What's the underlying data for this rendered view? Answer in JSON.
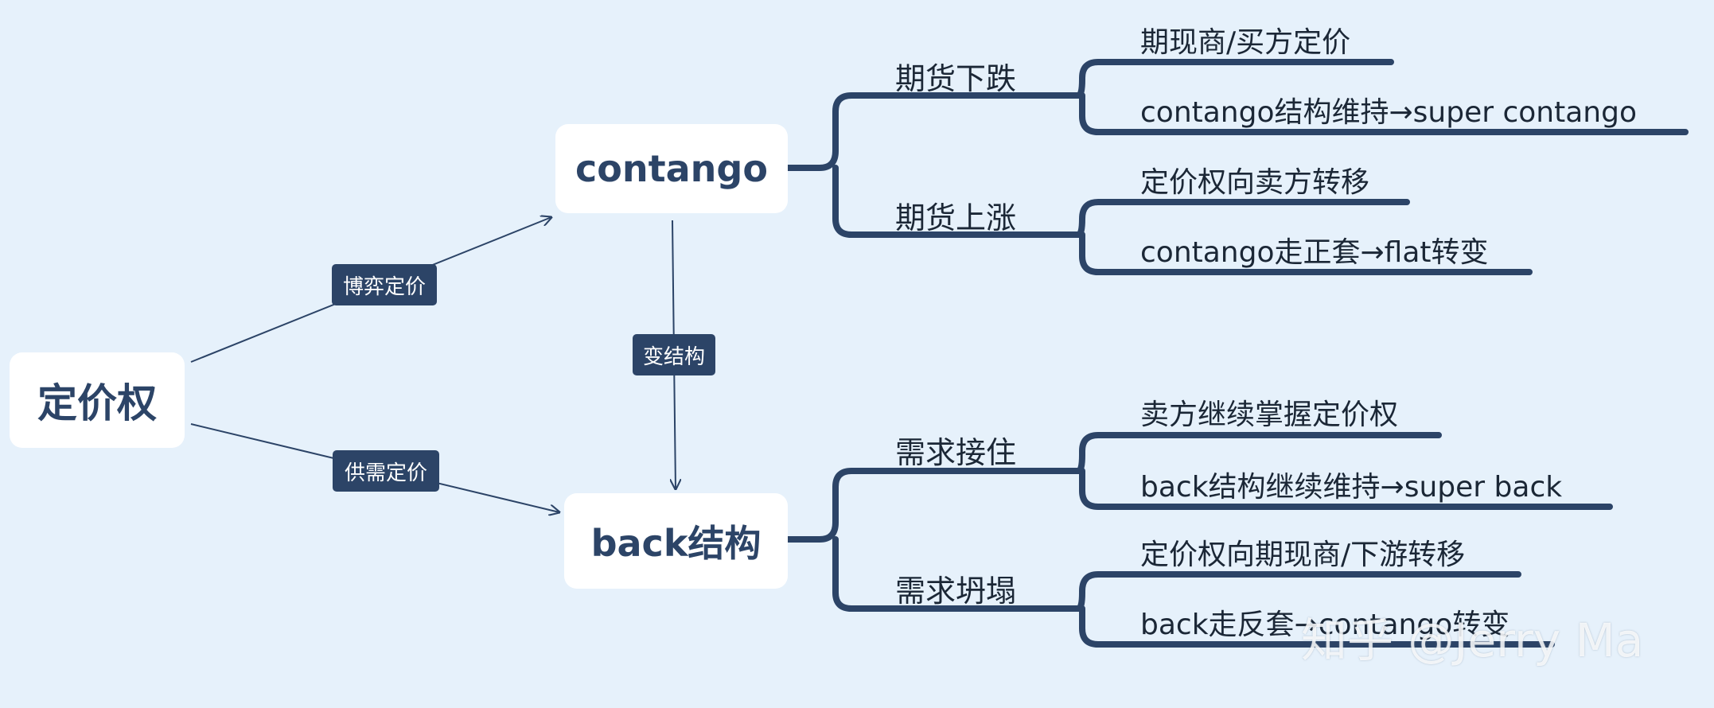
{
  "root": {
    "label": "定价权"
  },
  "edges": {
    "game_pricing": "博弈定价",
    "supply_demand_pricing": "供需定价",
    "change_structure": "变结构"
  },
  "contango": {
    "label": "contango",
    "branches": [
      {
        "label": "期货下跌",
        "leaves": [
          "期现商/买方定价",
          "contango结构维持→super contango"
        ]
      },
      {
        "label": "期货上涨",
        "leaves": [
          "定价权向卖方转移",
          "contango走正套→flat转变"
        ]
      }
    ]
  },
  "back": {
    "label": "back结构",
    "branches": [
      {
        "label": "需求接住",
        "leaves": [
          "卖方继续掌握定价权",
          "back结构继续维持→super back"
        ]
      },
      {
        "label": "需求坍塌",
        "leaves": [
          "定价权向期现商/下游转移",
          "back走反套→contango转变"
        ]
      }
    ]
  },
  "watermark": "知乎 @Jerry Ma",
  "colors": {
    "background": "#e6f1fb",
    "node_text": "#2c4467",
    "line": "#2c4467",
    "label_bg": "#2c4467"
  }
}
